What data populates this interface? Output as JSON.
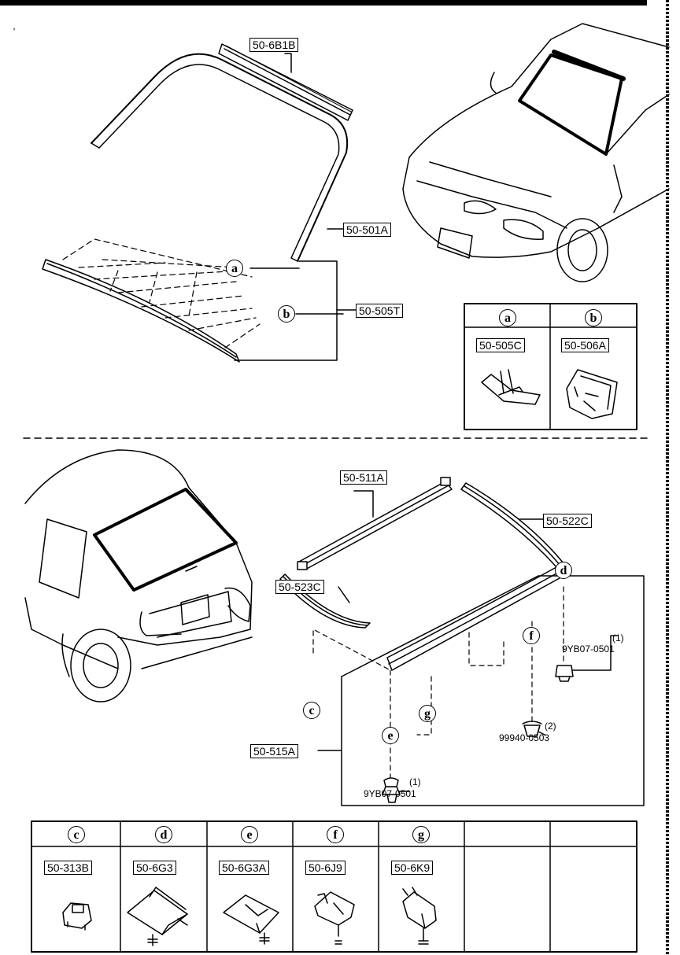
{
  "upper": {
    "parts": {
      "p1": "50-6B1B",
      "p2": "50-501A",
      "p3": "50-505T"
    },
    "callouts": {
      "a": "a",
      "b": "b"
    },
    "detail_table": {
      "headers": [
        "a",
        "b"
      ],
      "parts": [
        "50-505C",
        "50-506A"
      ]
    }
  },
  "lower": {
    "parts": {
      "p1": "50-511A",
      "p2": "50-522C",
      "p3": "50-523C",
      "p4": "50-515A"
    },
    "callouts": {
      "c": "c",
      "d": "d",
      "e": "e",
      "f": "f",
      "g": "g"
    },
    "fasteners": [
      {
        "part": "9YB07-0501",
        "qty": "(1)"
      },
      {
        "part": "99940-0503",
        "qty": "(2)"
      },
      {
        "part": "9YB07-0501",
        "qty": "(1)"
      }
    ]
  },
  "detail_table": {
    "headers": [
      "c",
      "d",
      "e",
      "f",
      "g"
    ],
    "parts": [
      "50-313B",
      "50-6G3",
      "50-6G3A",
      "50-6J9",
      "50-6K9"
    ]
  }
}
